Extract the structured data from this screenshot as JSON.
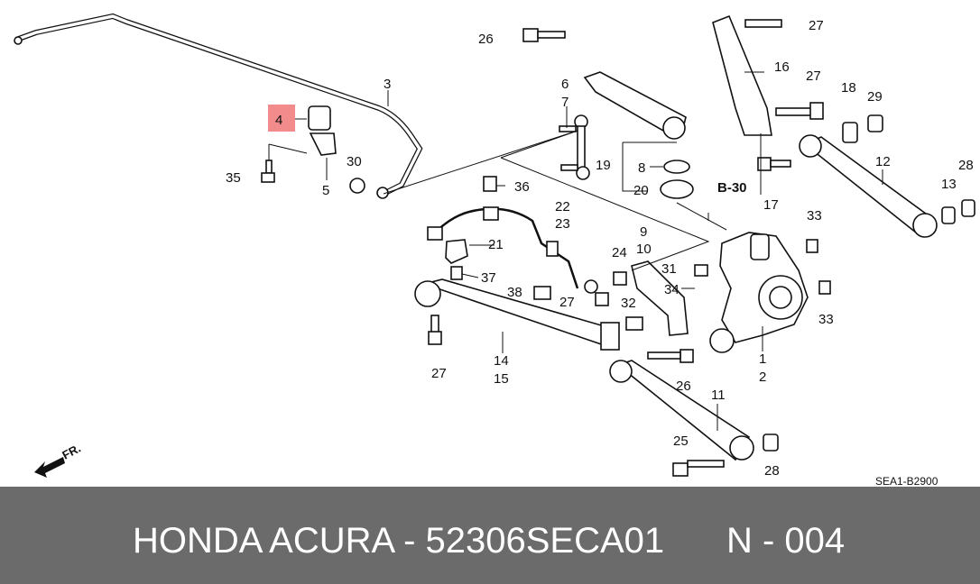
{
  "diagram": {
    "highlight_color": "#f28c8c",
    "callouts": [
      {
        "label": "26"
      },
      {
        "label": "27"
      },
      {
        "label": "16"
      },
      {
        "label": "27"
      },
      {
        "label": "18"
      },
      {
        "label": "29"
      },
      {
        "label": "3"
      },
      {
        "label": "4"
      },
      {
        "label": "6"
      },
      {
        "label": "7"
      },
      {
        "label": "35"
      },
      {
        "label": "5"
      },
      {
        "label": "30"
      },
      {
        "label": "19"
      },
      {
        "label": "8"
      },
      {
        "label": "20"
      },
      {
        "label": "B-30"
      },
      {
        "label": "17"
      },
      {
        "label": "12"
      },
      {
        "label": "28"
      },
      {
        "label": "13"
      },
      {
        "label": "36"
      },
      {
        "label": "22"
      },
      {
        "label": "23"
      },
      {
        "label": "21"
      },
      {
        "label": "9"
      },
      {
        "label": "10"
      },
      {
        "label": "33"
      },
      {
        "label": "24"
      },
      {
        "label": "31"
      },
      {
        "label": "34"
      },
      {
        "label": "37"
      },
      {
        "label": "38"
      },
      {
        "label": "27"
      },
      {
        "label": "32"
      },
      {
        "label": "33"
      },
      {
        "label": "1"
      },
      {
        "label": "2"
      },
      {
        "label": "27"
      },
      {
        "label": "14"
      },
      {
        "label": "15"
      },
      {
        "label": "26"
      },
      {
        "label": "11"
      },
      {
        "label": "25"
      },
      {
        "label": "28"
      }
    ],
    "direction_label": "FR.",
    "drawing_code": "SEA1-B2900"
  },
  "footer": {
    "title": "HONDA ACURA - 52306SECA01",
    "position": "N - 004",
    "background": "#6b6b6b",
    "text_color": "#ffffff"
  }
}
